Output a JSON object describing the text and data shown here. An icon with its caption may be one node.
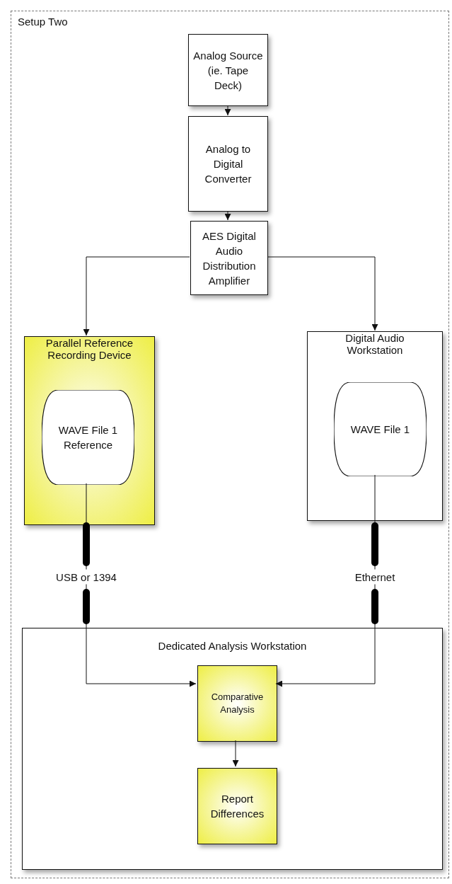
{
  "diagram": {
    "nodes": [
      {
        "text": [
          "Setup Two"
        ]
      },
      {
        "text": [
          "Analog Source (ie. Tape Deck)"
        ],
        "in": 0
      },
      {
        "text": [
          "Analog to Digital Converter"
        ],
        "in": 0
      },
      {
        "text": [
          "AES Digital Audio Distribution Amplifier"
        ],
        "in": 0
      },
      {
        "text": [
          "Parallel Reference Recording Device"
        ],
        "in": 0
      },
      {
        "text": [
          "WAVE File 1 Reference"
        ],
        "in": 4
      },
      {
        "text": [
          "Digital Audio Workstation"
        ],
        "in": 0
      },
      {
        "text": [
          "WAVE File 1"
        ],
        "in": 6
      },
      {
        "text": [
          "Dedicated Analysis Workstation"
        ],
        "in": 0
      },
      {
        "text": [
          "Comparative Analysis"
        ],
        "in": 8
      },
      {
        "text": [
          "Report Differences"
        ],
        "in": 8
      }
    ],
    "edges": [
      {
        "from": 1,
        "to": 2,
        "arrow": "to"
      },
      {
        "from": 2,
        "to": 3,
        "arrow": "to"
      },
      {
        "from": 3,
        "to": 4,
        "arrow": "to"
      },
      {
        "from": 3,
        "to": 6,
        "arrow": "to"
      },
      {
        "from": 5,
        "to": 9,
        "arrow": "to",
        "label": "USB or 1394"
      },
      {
        "from": 7,
        "to": 9,
        "arrow": "to",
        "label": "Ethernet"
      },
      {
        "from": 9,
        "to": 10,
        "arrow": "to"
      }
    ]
  }
}
